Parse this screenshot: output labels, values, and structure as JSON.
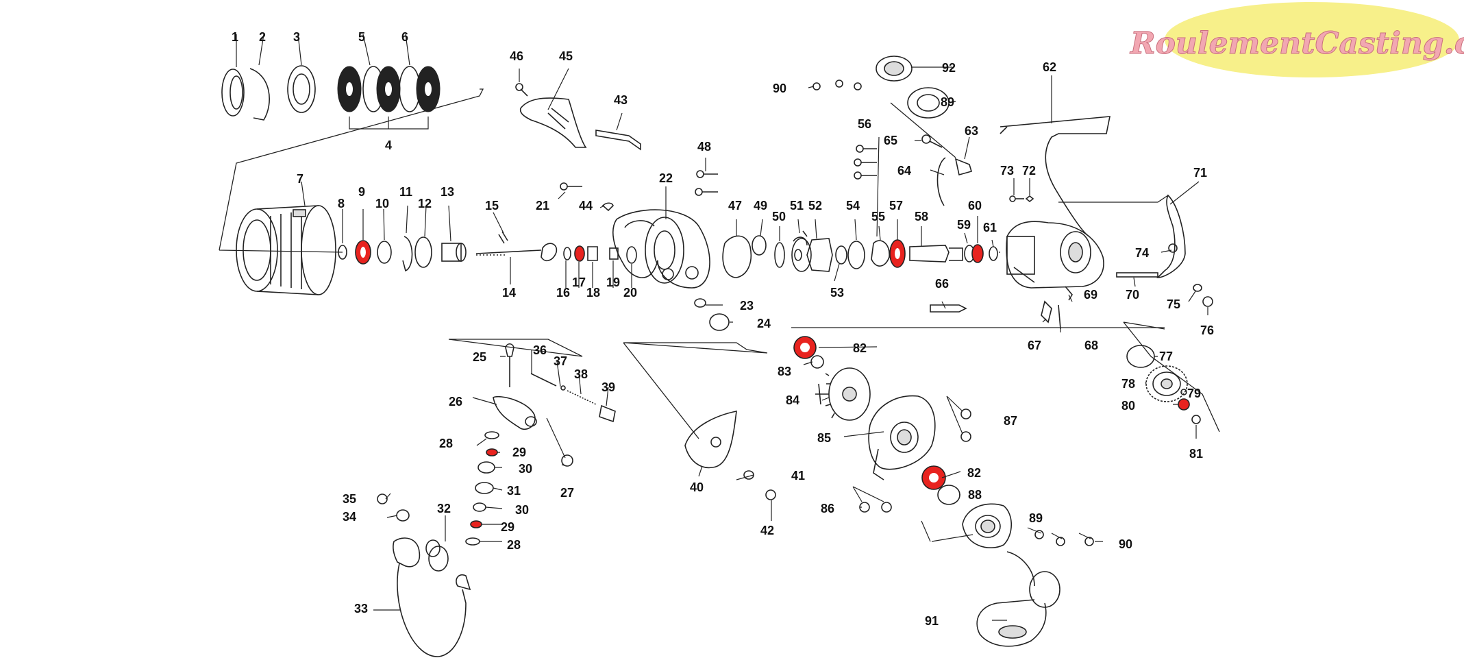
{
  "watermark": {
    "text": "RoulementCasting.com",
    "text_color": "#f2a7b2",
    "badge_color": "#f7f08a"
  },
  "colors": {
    "bearing_highlight": "#e8231f",
    "line_art": "#222222"
  },
  "labels": {
    "p1": "1",
    "p2": "2",
    "p3": "3",
    "p4": "4",
    "p5": "5",
    "p6": "6",
    "p7": "7",
    "p8": "8",
    "p9": "9",
    "p10": "10",
    "p11": "11",
    "p12": "12",
    "p13": "13",
    "p14": "14",
    "p15": "15",
    "p16": "16",
    "p17": "17",
    "p18": "18",
    "p19": "19",
    "p20": "20",
    "p21": "21",
    "p22": "22",
    "p23": "23",
    "p24": "24",
    "p25": "25",
    "p26": "26",
    "p27": "27",
    "p28a": "28",
    "p28b": "28",
    "p29a": "29",
    "p29b": "29",
    "p30a": "30",
    "p30b": "30",
    "p31": "31",
    "p32": "32",
    "p33": "33",
    "p34": "34",
    "p35": "35",
    "p36": "36",
    "p37": "37",
    "p38": "38",
    "p39": "39",
    "p40": "40",
    "p41": "41",
    "p42": "42",
    "p43": "43",
    "p44": "44",
    "p45": "45",
    "p46": "46",
    "p47": "47",
    "p48": "48",
    "p49": "49",
    "p50": "50",
    "p51": "51",
    "p52": "52",
    "p53": "53",
    "p54": "54",
    "p55": "55",
    "p56": "56",
    "p57": "57",
    "p58": "58",
    "p59": "59",
    "p60": "60",
    "p61": "61",
    "p62": "62",
    "p63": "63",
    "p64": "64",
    "p65": "65",
    "p66": "66",
    "p67": "67",
    "p68": "68",
    "p69": "69",
    "p70": "70",
    "p71": "71",
    "p72": "72",
    "p73": "73",
    "p74": "74",
    "p75": "75",
    "p76": "76",
    "p77": "77",
    "p78": "78",
    "p79": "79",
    "p80": "80",
    "p81": "81",
    "p82a": "82",
    "p82b": "82",
    "p83": "83",
    "p84": "84",
    "p85": "85",
    "p86": "86",
    "p87": "87",
    "p88": "88",
    "p89a": "89",
    "p89b": "89",
    "p90a": "90",
    "p90b": "90",
    "p91": "91",
    "p92": "92"
  }
}
